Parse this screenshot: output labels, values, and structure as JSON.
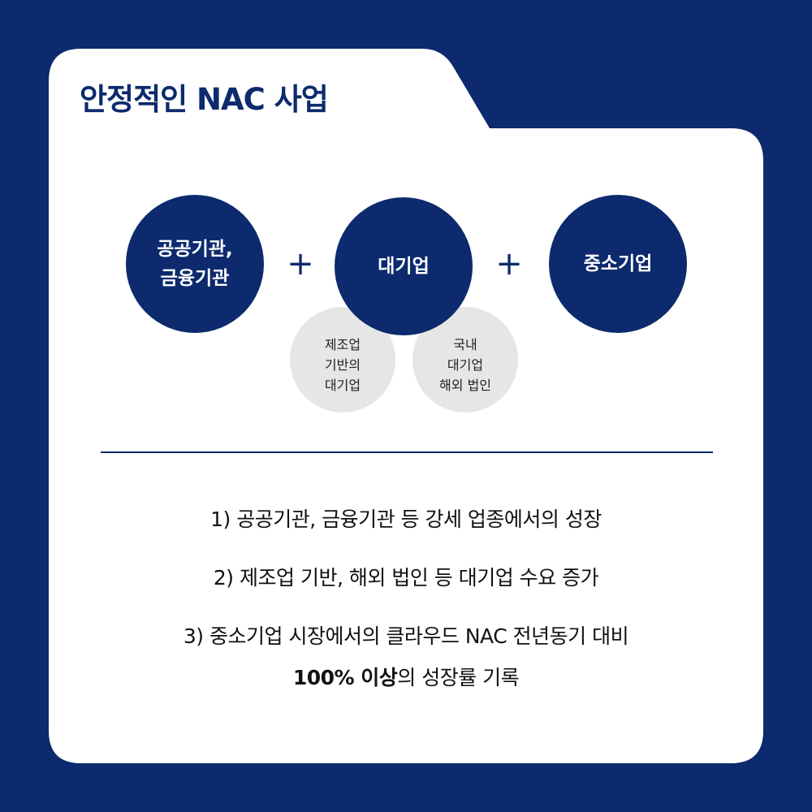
{
  "title": "안정적인 NAC 사업",
  "circles": {
    "public": {
      "line1": "공공기관,",
      "line2": "금융기관"
    },
    "enterprise": {
      "label": "대기업"
    },
    "smb": {
      "label": "중소기업"
    }
  },
  "plus_symbol": "+",
  "subcircles": {
    "left": {
      "line1": "제조업",
      "line2": "기반의",
      "line3": "대기업"
    },
    "right": {
      "line1": "국내",
      "line2": "대기업",
      "line3": "해외 법인"
    }
  },
  "points": {
    "p1": "1) 공공기관, 금융기관 등  강세 업종에서의 성장",
    "p2": "2) 제조업 기반, 해외 법인 등 대기업 수요 증가",
    "p3_line1": "3) 중소기업 시장에서의 클라우드 NAC 전년동기 대비",
    "p3_bold": "100% 이상",
    "p3_rest": "의 성장률 기록"
  },
  "colors": {
    "navy": "#0c2a6d",
    "card": "#ffffff",
    "bubble": "#e6e6e6"
  }
}
